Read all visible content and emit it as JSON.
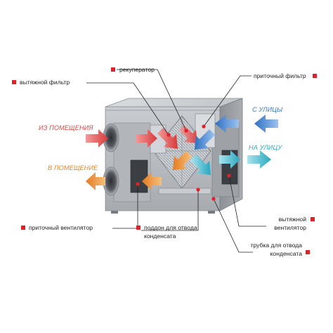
{
  "labels": {
    "exhaust_filter": "вытяжной фильтр",
    "recuperator": "рекуператор",
    "supply_filter": "приточный фильтр",
    "supply_fan": "приточный вентилятор",
    "drain_pan_line1": "поддон для отвода",
    "drain_pan_line2": "конденсата",
    "exhaust_fan_line1": "вытяжной",
    "exhaust_fan_line2": "вентилятор",
    "drain_tube_line1": "трубка для отвода",
    "drain_tube_line2": "конденсата"
  },
  "flows": {
    "from_room": "ИЗ ПОМЕЩЕНИЯ",
    "to_room": "В ПОМЕЩЕНИЕ",
    "from_street": "С УЛИЦЫ",
    "to_street": "НА УЛИЦУ"
  },
  "colors": {
    "marker": "#e0202a",
    "from_room": "#d94a4a",
    "to_room": "#e8862a",
    "from_street": "#3b78c8",
    "to_street": "#2aa9c0",
    "leader": "#222222"
  },
  "icons": [
    "from-room-arrow-icon",
    "to-room-arrow-icon",
    "from-street-arrow-icon",
    "to-street-arrow-icon"
  ]
}
